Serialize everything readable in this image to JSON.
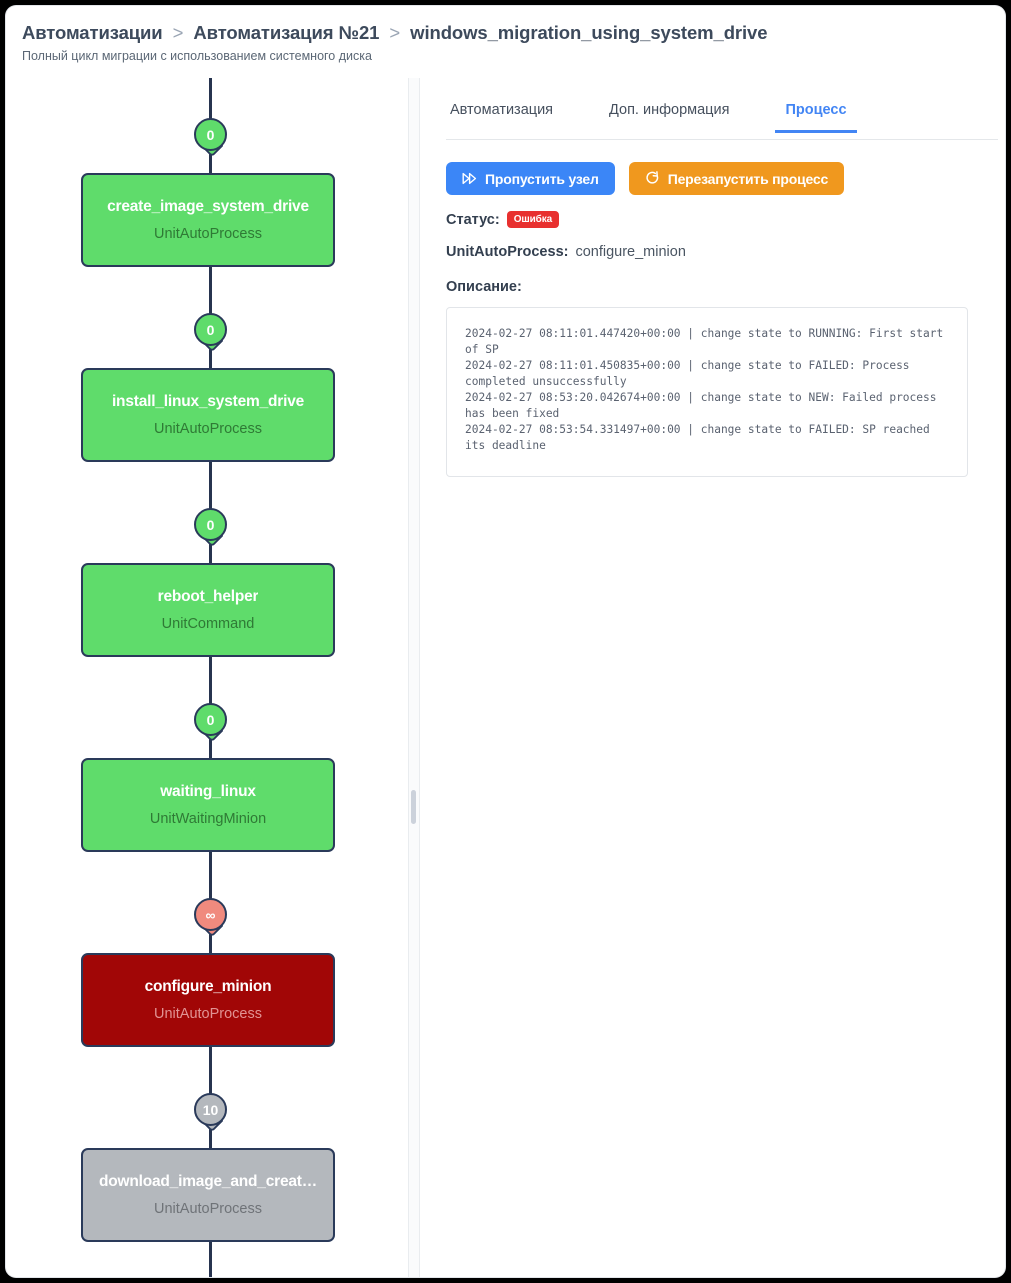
{
  "header": {
    "breadcrumb": [
      "Автоматизации",
      "Автоматизация №21",
      "windows_migration_using_system_drive"
    ],
    "separator": ">",
    "subtitle": "Полный цикл миграции с использованием системного диска"
  },
  "graph": {
    "nodes": [
      {
        "badge": "0",
        "badge_state": "green",
        "title": "create_image_system_drive",
        "subtitle": "UnitAutoProcess",
        "state": "green"
      },
      {
        "badge": "0",
        "badge_state": "green",
        "title": "install_linux_system_drive",
        "subtitle": "UnitAutoProcess",
        "state": "green"
      },
      {
        "badge": "0",
        "badge_state": "green",
        "title": "reboot_helper",
        "subtitle": "UnitCommand",
        "state": "green"
      },
      {
        "badge": "0",
        "badge_state": "green",
        "title": "waiting_linux",
        "subtitle": "UnitWaitingMinion",
        "state": "green"
      },
      {
        "badge": "∞",
        "badge_state": "red",
        "title": "configure_minion",
        "subtitle": "UnitAutoProcess",
        "state": "red"
      },
      {
        "badge": "10",
        "badge_state": "gray",
        "title": "download_image_and_creat…",
        "subtitle": "UnitAutoProcess",
        "state": "gray"
      }
    ]
  },
  "tabs": [
    {
      "label": "Автоматизация",
      "active": false
    },
    {
      "label": "Доп. информация",
      "active": false
    },
    {
      "label": "Процесс",
      "active": true
    }
  ],
  "actions": {
    "skip_node": {
      "label": "Пропустить узел",
      "icon": "skip-forward-icon",
      "color": "#3b86f7"
    },
    "restart_process": {
      "label": "Перезапустить процесс",
      "icon": "restart-icon",
      "color": "#f0981e"
    }
  },
  "details": {
    "status_label": "Статус:",
    "status_badge": "Ошибка",
    "status_badge_color": "#e8302f",
    "unit_label": "UnitAutoProcess:",
    "unit_value": "configure_minion",
    "description_label": "Описание:",
    "log": "2024-02-27 08:11:01.447420+00:00 | change state to RUNNING: First start of SP\n2024-02-27 08:11:01.450835+00:00 | change state to FAILED: Process completed unsuccessfully\n2024-02-27 08:53:20.042674+00:00 | change state to NEW: Failed process has been fixed\n2024-02-27 08:53:54.331497+00:00 | change state to FAILED: SP reached its deadline"
  }
}
